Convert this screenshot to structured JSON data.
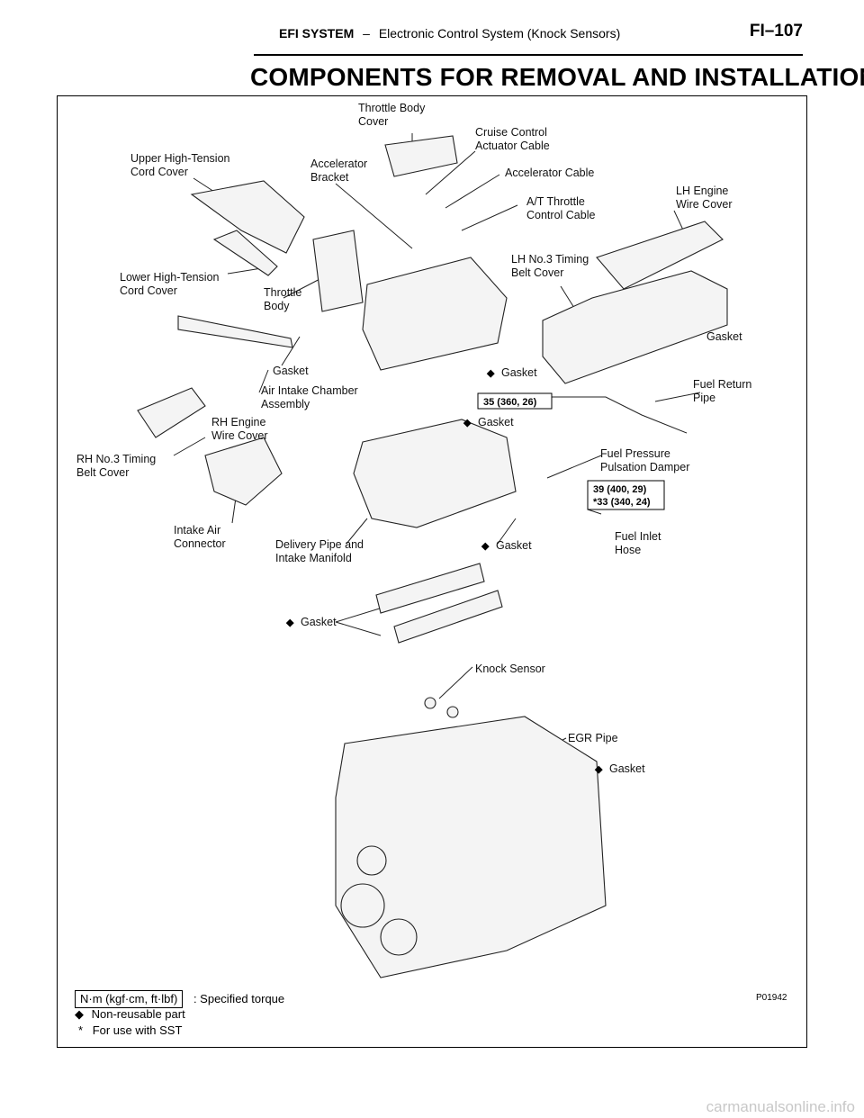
{
  "header": {
    "section": "EFI SYSTEM",
    "separator": "–",
    "subsection": "Electronic Control System (Knock Sensors)",
    "page": "FI–107"
  },
  "title": "COMPONENTS FOR REMOVAL AND INSTALLATION",
  "figure": {
    "code": "P01942",
    "labels": {
      "throttle_body_cover": [
        "Throttle Body",
        "Cover"
      ],
      "cruise_control_cable": [
        "Cruise Control",
        "Actuator Cable"
      ],
      "accelerator_bracket": [
        "Accelerator",
        "Bracket"
      ],
      "accelerator_cable": "Accelerator Cable",
      "at_throttle_cable": [
        "A/T Throttle",
        "Control Cable"
      ],
      "upper_ht_cover": [
        "Upper High-Tension",
        "Cord Cover"
      ],
      "lh_engine_wire_cover": [
        "LH Engine",
        "Wire Cover"
      ],
      "lower_ht_cover": [
        "Lower High-Tension",
        "Cord Cover"
      ],
      "lh_no3_timing": [
        "LH No.3 Timing",
        "Belt Cover"
      ],
      "throttle_body": [
        "Throttle",
        "Body"
      ],
      "gasket": "Gasket",
      "gasket_marked": "Gasket",
      "air_intake_chamber": [
        "Air Intake Chamber",
        "Assembly"
      ],
      "fuel_return_pipe": [
        "Fuel Return",
        "Pipe"
      ],
      "rh_engine_wire_cover": [
        "RH Engine",
        "Wire Cover"
      ],
      "rh_no3_timing": [
        "RH No.3 Timing",
        "Belt Cover"
      ],
      "fuel_pressure_damper": [
        "Fuel Pressure",
        "Pulsation Damper"
      ],
      "intake_air_connector": [
        "Intake Air",
        "Connector"
      ],
      "delivery_pipe": [
        "Delivery Pipe and",
        "Intake Manifold"
      ],
      "fuel_inlet_hose": [
        "Fuel Inlet",
        "Hose"
      ],
      "knock_sensor": "Knock Sensor",
      "egr_pipe": "EGR Pipe"
    },
    "torque": {
      "t1": "35 (360, 26)",
      "t2a": "39 (400, 29)",
      "t2b": "*33 (340, 24)"
    }
  },
  "legend": {
    "torque_unit": "N·m (kgf·cm, ft·lbf)",
    "torque_desc": ": Specified torque",
    "nonreusable_symbol": "◆",
    "nonreusable": "Non-reusable part",
    "sst_symbol": "*",
    "sst": "For use with SST"
  },
  "watermark": "carmanualsonline.info"
}
